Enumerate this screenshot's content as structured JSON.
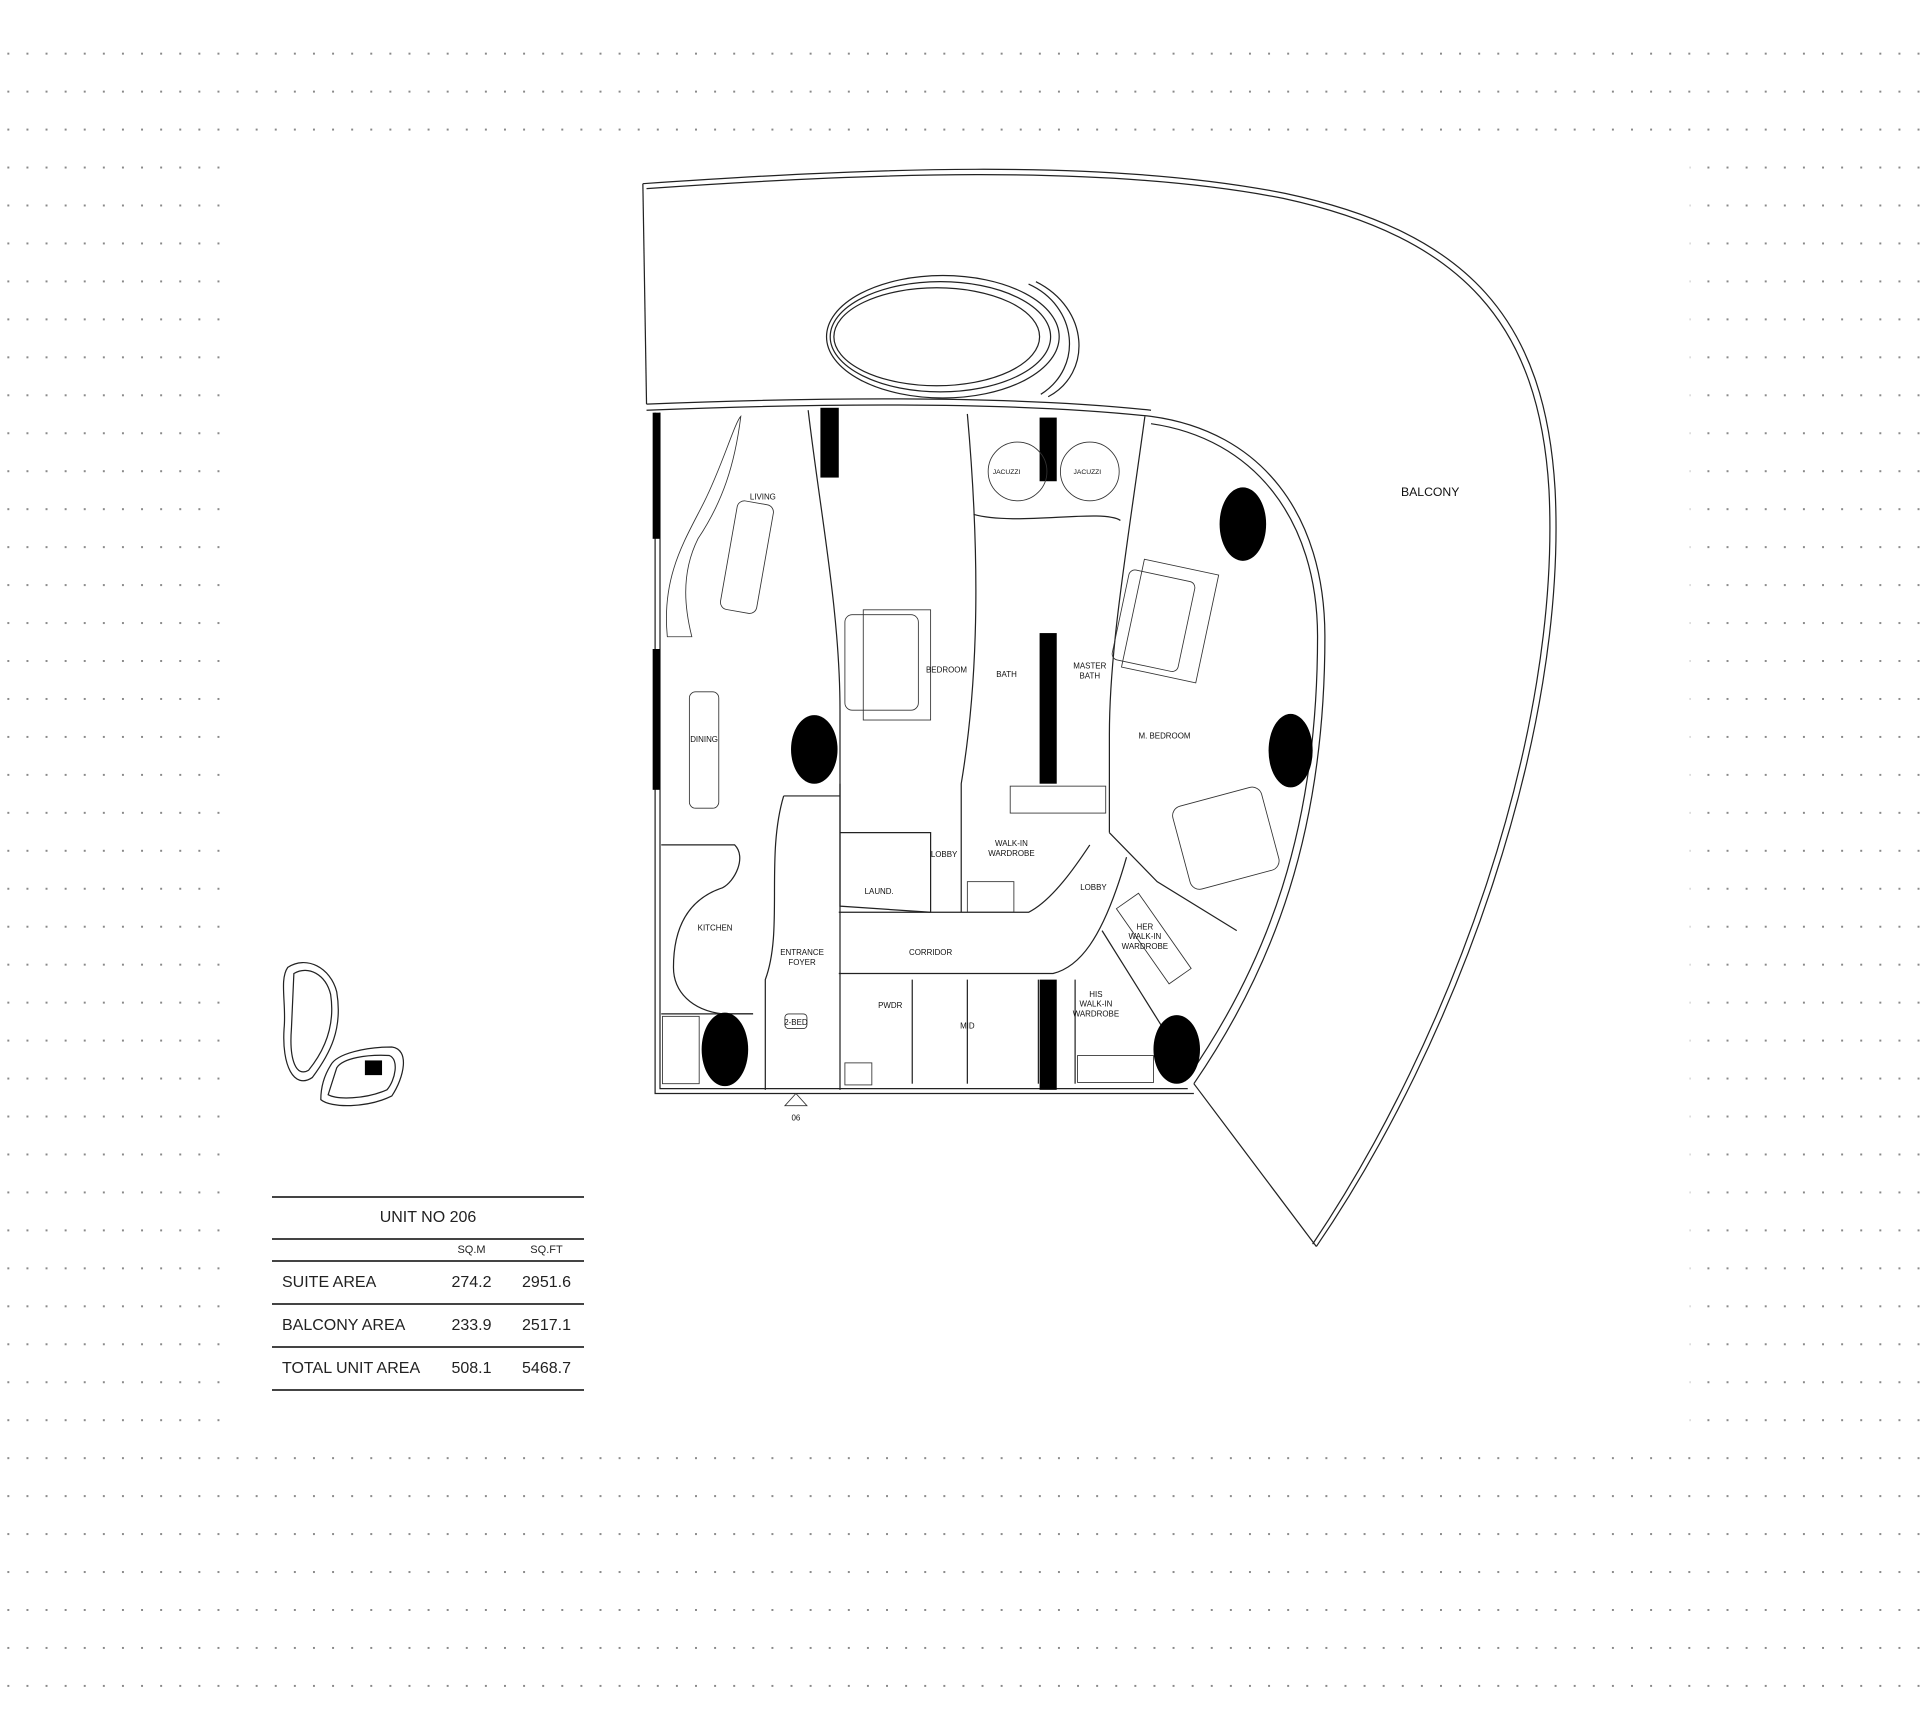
{
  "rooms": {
    "living": "LIVING",
    "dining": "DINING",
    "kitchen": "KITCHEN",
    "entrance_foyer_1": "ENTRANCE",
    "entrance_foyer_2": "FOYER",
    "two_bed": "2-BED",
    "entry_marker": "06",
    "bedroom": "BEDROOM",
    "bath": "BATH",
    "master_bath_1": "MASTER",
    "master_bath_2": "BATH",
    "jacuzzi_1": "JACUZZI",
    "jacuzzi_2": "JACUZZI",
    "m_bedroom": "M. BEDROOM",
    "lobby_1": "LOBBY",
    "lobby_2": "LOBBY",
    "walk_in_wardrobe_1": "WALK-IN",
    "walk_in_wardrobe_2": "WARDROBE",
    "laundry": "LAUND.",
    "corridor": "CORRIDOR",
    "powder": "PWDR",
    "maid": "MID",
    "his_1": "HIS",
    "his_2": "WALK-IN",
    "his_3": "WARDROBE",
    "her_1": "HER",
    "her_2": "WALK-IN",
    "her_3": "WARDROBE",
    "balcony": "BALCONY"
  },
  "area_table": {
    "title": "UNIT NO 206",
    "col_sqm": "SQ.M",
    "col_sqft": "SQ.FT",
    "rows": [
      {
        "label": "SUITE AREA",
        "sqm": "274.2",
        "sqft": "2951.6"
      },
      {
        "label": "BALCONY AREA",
        "sqm": "233.9",
        "sqft": "2517.1"
      },
      {
        "label": "TOTAL UNIT AREA",
        "sqm": "508.1",
        "sqft": "5468.7"
      }
    ]
  }
}
